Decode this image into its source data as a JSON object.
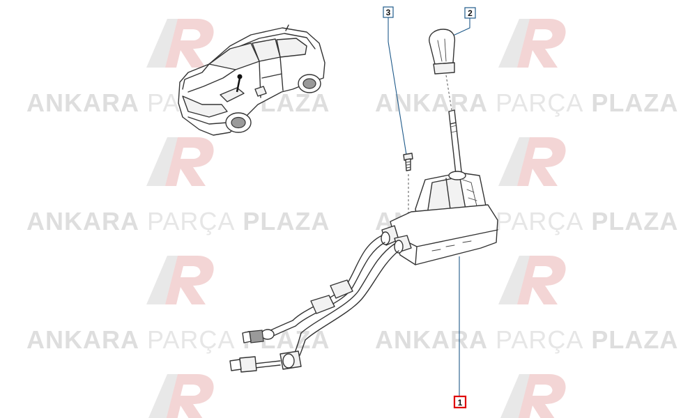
{
  "watermark": {
    "brand_bold_1": "ANKARA",
    "brand_light": "PARÇA",
    "brand_bold_2": "PLAZA",
    "logo_color": "#f3d5d5",
    "logo_shade": "#e8e8e8"
  },
  "callouts": [
    {
      "id": "1",
      "label": "1",
      "highlight": true,
      "color": "#e00000"
    },
    {
      "id": "2",
      "label": "2",
      "highlight": false,
      "color": "#1f5a8a"
    },
    {
      "id": "3",
      "label": "3",
      "highlight": false,
      "color": "#1f5a8a"
    }
  ],
  "icons": {
    "vehicle": "vehicle-icon",
    "gear-knob": "gear-knob-icon",
    "bolt": "bolt-icon",
    "shifter-assembly": "gear-shifter-icon",
    "shift-cables": "shift-cable-icon"
  }
}
